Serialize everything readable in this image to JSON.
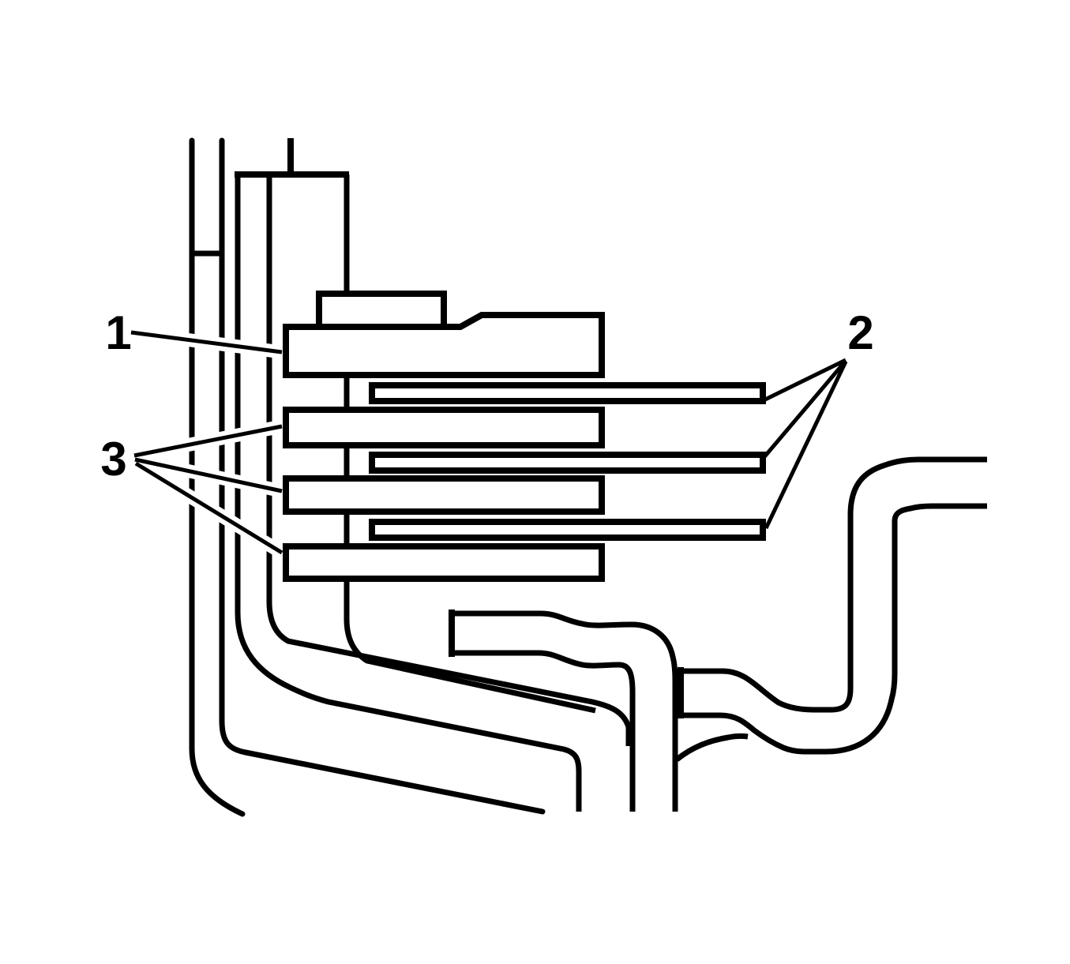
{
  "diagram": {
    "kind": "technical-line-illustration",
    "colors": {
      "background": "#ffffff",
      "line": "#000000",
      "halo": "#ffffff"
    },
    "callouts": {
      "one": {
        "label": "1",
        "points_to": "top-thick-plate"
      },
      "two": {
        "label": "2",
        "points_to": "thin-plates",
        "leader_count": 3
      },
      "three": {
        "label": "3",
        "points_to": "lower-thick-plates",
        "leader_count": 3
      }
    }
  }
}
